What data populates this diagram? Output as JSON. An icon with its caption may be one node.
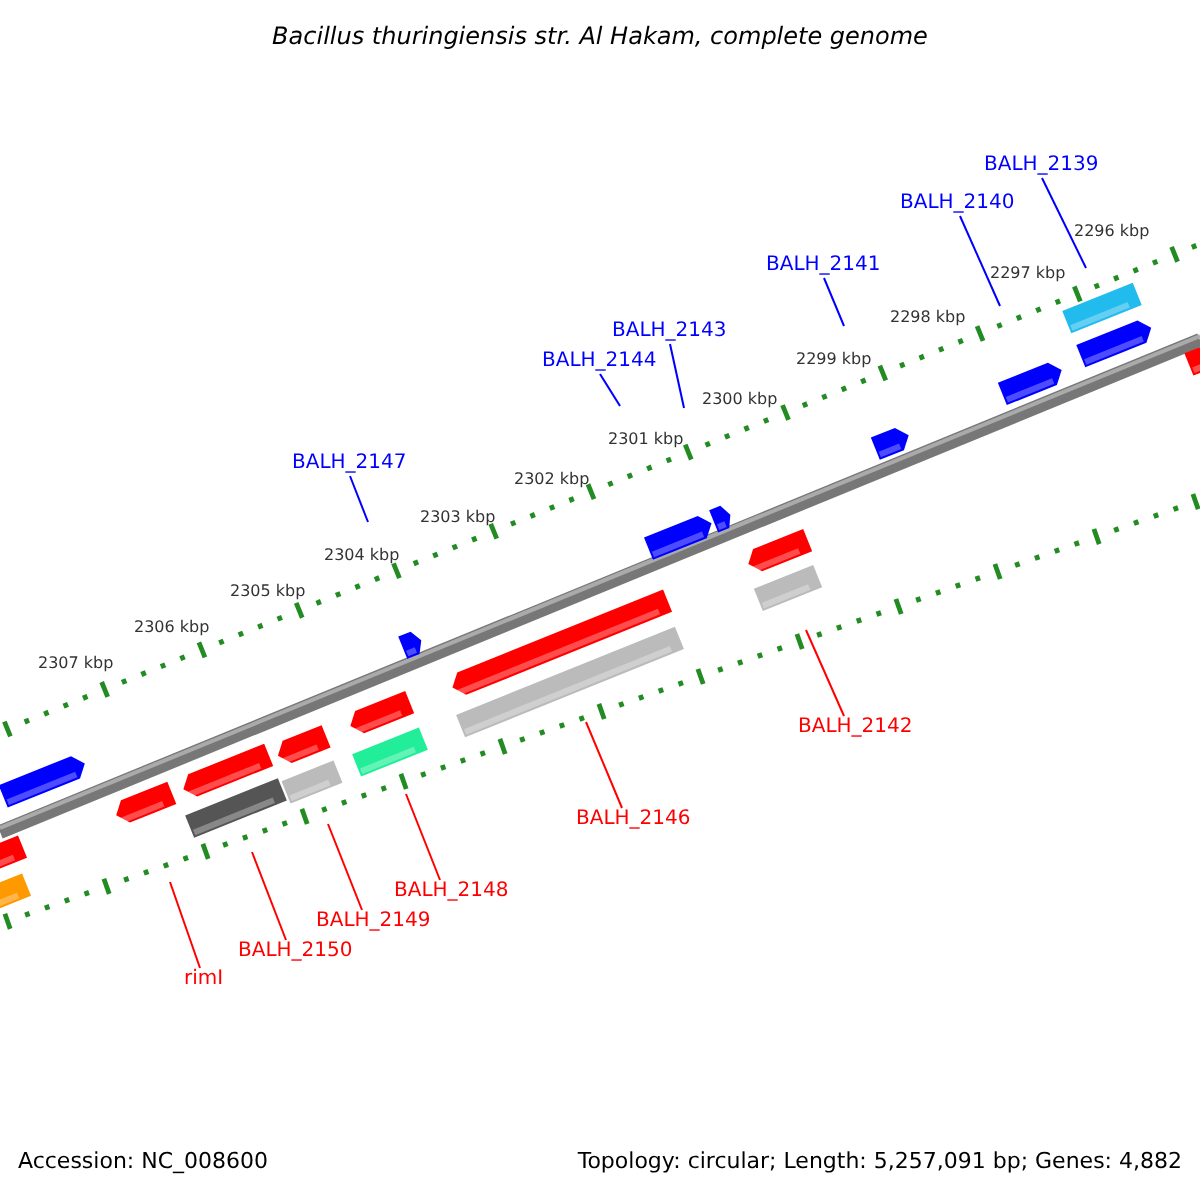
{
  "diagram": {
    "title": "Bacillus thuringiensis str. Al Hakam, complete genome",
    "nodes": [
      {
        "text": [
          "BALH_2139"
        ]
      },
      {
        "text": [
          "BALH_2140"
        ]
      },
      {
        "text": [
          "BALH_2141"
        ]
      },
      {
        "text": [
          "BALH_2143"
        ]
      },
      {
        "text": [
          "BALH_2144"
        ]
      },
      {
        "text": [
          "BALH_2147"
        ]
      },
      {
        "text": [
          "BALH_2142"
        ]
      },
      {
        "text": [
          "BALH_2146"
        ]
      },
      {
        "text": [
          "BALH_2148"
        ]
      },
      {
        "text": [
          "BALH_2149"
        ]
      },
      {
        "text": [
          "BALH_2150"
        ]
      },
      {
        "text": [
          "rimI"
        ]
      }
    ],
    "edges": [
      {
        "from": 0,
        "to": null,
        "arrow": "none",
        "color": "#0000ff"
      },
      {
        "from": 1,
        "to": null,
        "arrow": "none",
        "color": "#0000ff"
      },
      {
        "from": 2,
        "to": null,
        "arrow": "none",
        "color": "#0000ff"
      },
      {
        "from": 3,
        "to": null,
        "arrow": "none",
        "color": "#0000ff"
      },
      {
        "from": 4,
        "to": null,
        "arrow": "none",
        "color": "#0000ff"
      },
      {
        "from": 5,
        "to": null,
        "arrow": "none",
        "color": "#0000ff"
      },
      {
        "from": 6,
        "to": null,
        "arrow": "none",
        "color": "#ff0000"
      },
      {
        "from": 7,
        "to": null,
        "arrow": "none",
        "color": "#ff0000"
      },
      {
        "from": 8,
        "to": null,
        "arrow": "none",
        "color": "#ff0000"
      },
      {
        "from": 9,
        "to": null,
        "arrow": "none",
        "color": "#ff0000"
      },
      {
        "from": 10,
        "to": null,
        "arrow": "none",
        "color": "#ff0000"
      },
      {
        "from": 11,
        "to": null,
        "arrow": "none",
        "color": "#ff0000"
      }
    ],
    "labels": [
      "2296 kbp",
      "2297 kbp",
      "2298 kbp",
      "2299 kbp",
      "2300 kbp",
      "2301 kbp",
      "2302 kbp",
      "2303 kbp",
      "2304 kbp",
      "2305 kbp",
      "2306 kbp",
      "2307 kbp",
      "Accession: NC_008600",
      "Topology: circular; Length: 5,257,091 bp; Genes: 4,882"
    ]
  }
}
